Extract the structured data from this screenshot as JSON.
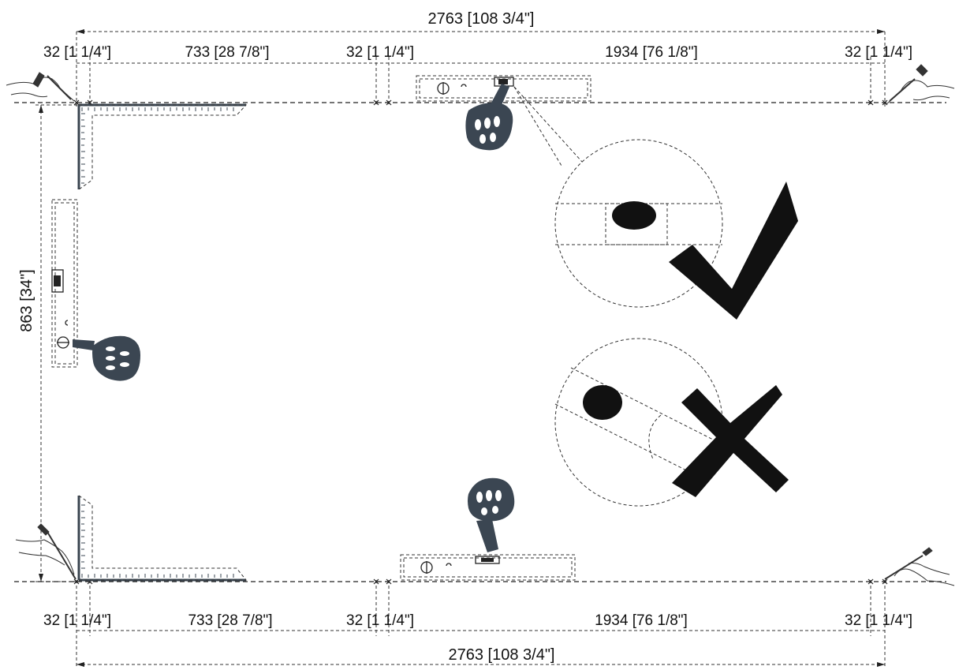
{
  "dimensions": {
    "overall_width": "2763 [108 3/4\"]",
    "end_gap": "32 [1 1/4\"]",
    "left_panel": "733 [28 7/8\"]",
    "right_panel": "1934 [76 1/8\"]",
    "height": "863 [34\"]"
  },
  "icons": {
    "correct": "checkmark-icon",
    "incorrect": "cross-icon",
    "tool": "spirit-level-icon",
    "hand": "hand-icon",
    "pencil": "pencil-marking-icon"
  },
  "colors": {
    "line": "#222222",
    "hand": "#3b4652",
    "mark": "#111111"
  }
}
